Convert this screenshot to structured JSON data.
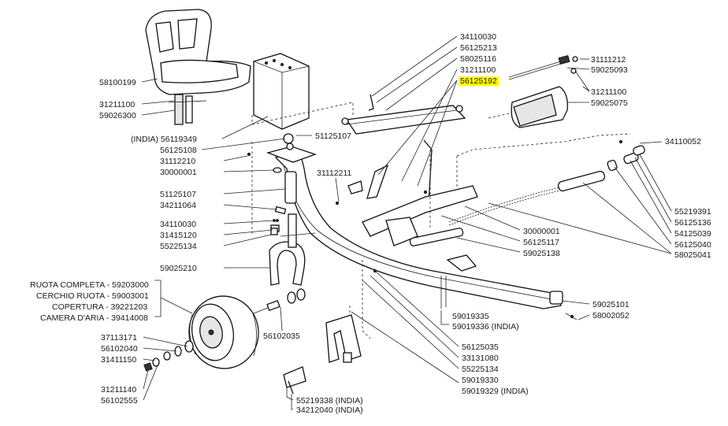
{
  "labels": [
    "34110030",
    "56125213",
    "58025116",
    "31211100",
    "56125192",
    "31111212",
    "59025093",
    "31211100",
    "59025075",
    "34110052",
    "58100199",
    "31211100",
    "59026300",
    "(INDIA) 56119349",
    "56125108",
    "31112210",
    "30000001",
    "51125107",
    "31112211",
    "51125107",
    "34211064",
    "34110030",
    "31415120",
    "55225134",
    "59025210",
    "RUOTA COMPLETA - 59203000",
    "CERCHIO RUOTA - 59003001",
    "COPERTURA - 39221203",
    "CAMERA D'ARIA - 39414008",
    "37113171",
    "56102040",
    "31411150",
    "31211140",
    "56102555",
    "56102035",
    "55219338 (INDIA)",
    "34212040 (INDIA)",
    "30000001",
    "56125117",
    "59025138",
    "55219391",
    "56125136",
    "54125039",
    "56125040",
    "58025041",
    "59025101",
    "58002052",
    "59019335",
    "59019336 (INDIA)",
    "56125035",
    "33131080",
    "55225134",
    "59019330",
    "59019329 (INDIA)"
  ],
  "highlight": {
    "label": "56125192",
    "color": "#ffff00"
  }
}
